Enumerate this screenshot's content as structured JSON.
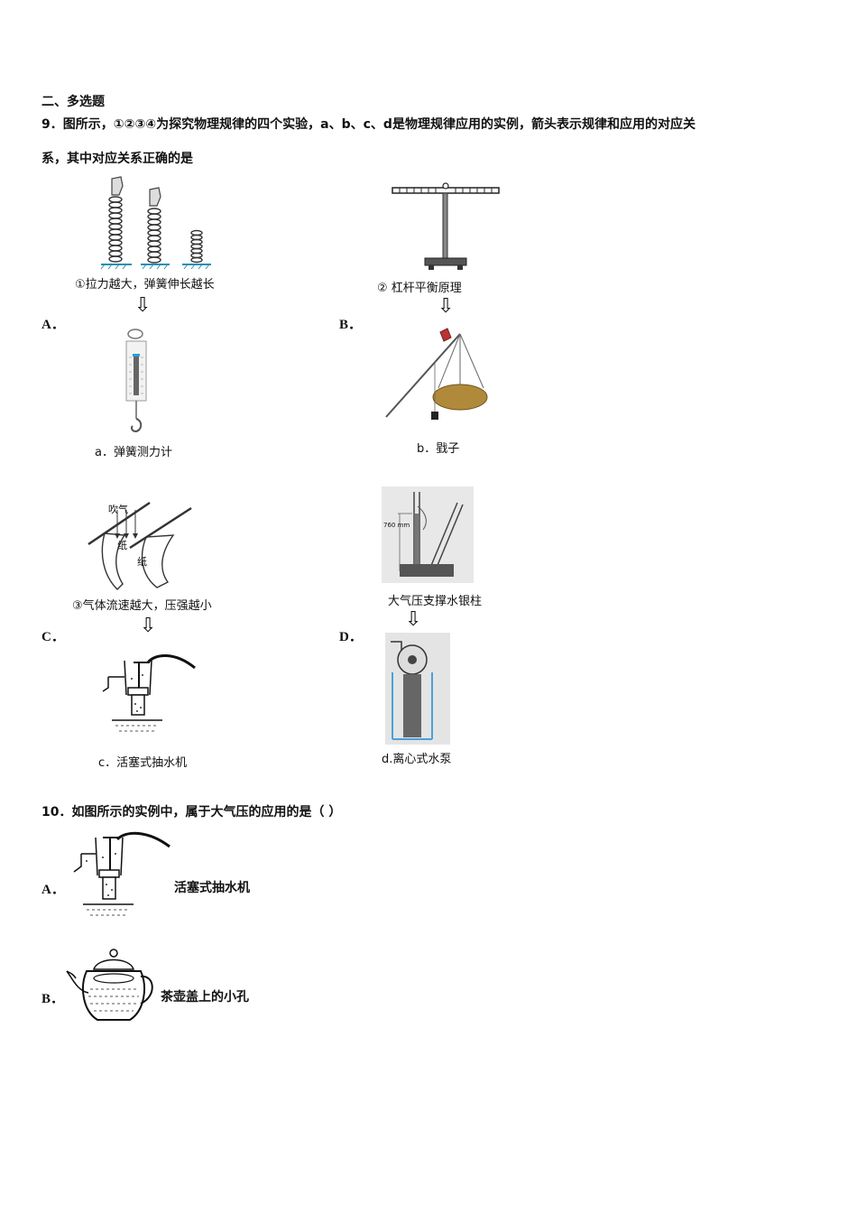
{
  "section_title": "二、多选题",
  "q9": {
    "line1": "9．图所示，①②③④为探究物理规律的四个实验，a、b、c、d是物理规律应用的实例，箭头表示规律和应用的对应关",
    "line2": "系，其中对应关系正确的是",
    "options": [
      {
        "letter": "A．",
        "top_caption": "①拉力越大，弹簧伸长越长",
        "bottom_caption": "a．弹簧测力计"
      },
      {
        "letter": "B．",
        "top_caption": "② 杠杆平衡原理",
        "bottom_caption": "b．戥子"
      },
      {
        "letter": "C．",
        "top_caption": "③气体流速越大，压强越小",
        "bottom_caption": "c．活塞式抽水机",
        "fig_labels": [
          "吹气",
          "纸",
          "纸"
        ]
      },
      {
        "letter": "D．",
        "top_caption": "大气压支撑水银柱",
        "bottom_caption": "d.离心式水泵",
        "fig_labels": [
          "760 mm"
        ]
      }
    ]
  },
  "q10": {
    "stem": "10．如图所示的实例中，属于大气压的应用的是（   ）",
    "options": [
      {
        "letter": "A．",
        "label": "活塞式抽水机"
      },
      {
        "letter": "B．",
        "label": "茶壶盖上的小孔"
      }
    ]
  },
  "arrow_symbol": "⇩"
}
